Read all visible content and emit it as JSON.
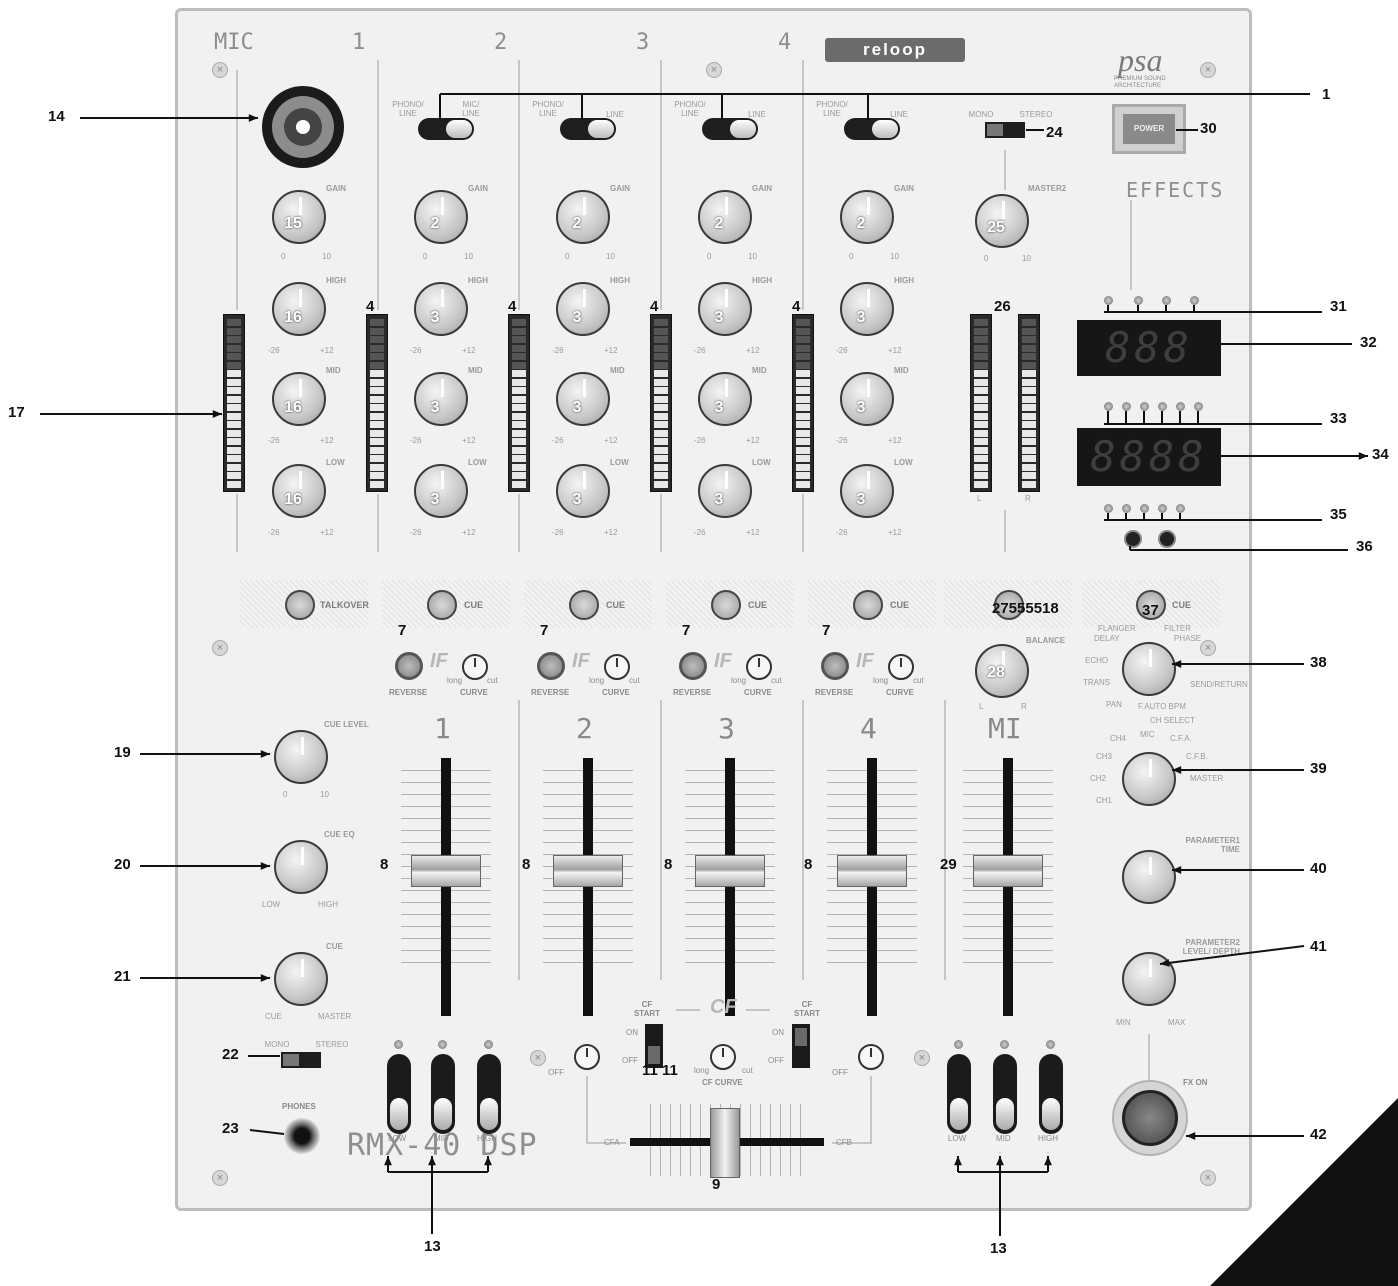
{
  "channels": [
    {
      "title": "MIC"
    },
    {
      "title": "1"
    },
    {
      "title": "2"
    },
    {
      "title": "3"
    },
    {
      "title": "4"
    }
  ],
  "brand": {
    "logo": "reloop",
    "psa": "psa",
    "psa_sub": "PREMIUM SOUND ARCHITECTURE"
  },
  "switch_labels": {
    "phono_line": "PHONO/ LINE",
    "mic_line": "MIC/ LINE",
    "line": "LINE",
    "mono": "MONO",
    "stereo": "STEREO"
  },
  "knob_labels": {
    "gain": "GAIN",
    "high": "HIGH",
    "mid": "MID",
    "low": "LOW",
    "master2": "MASTER2",
    "balance": "BALANCE",
    "cue_level": "CUE LEVEL",
    "cue_eq": "CUE EQ",
    "cue": "CUE",
    "param1": "PARAMETER1 TIME",
    "param2": "PARAMETER2 LEVEL/ DEPTH"
  },
  "scales": {
    "gain_min": "0",
    "gain_max": "10",
    "eq_min": "-26",
    "eq_max": "+12",
    "low": "LOW",
    "high": "HIGH",
    "cue": "CUE",
    "master": "MASTER",
    "l": "L",
    "r": "R",
    "min": "MIN",
    "max": "MAX"
  },
  "cue_buttons": {
    "talkover": "TALKOVER",
    "cue": "CUE"
  },
  "fader_section": {
    "if": "IF",
    "reverse": "REVERSE",
    "curve": "CURVE",
    "long": "long",
    "cut": "cut",
    "titles": [
      "1",
      "2",
      "3",
      "4",
      "MI"
    ]
  },
  "crossfader": {
    "cf": "CF",
    "cf_start": "CF START",
    "on": "ON",
    "off": "OFF",
    "cf_curve": "CF CURVE",
    "cfa": "CFA",
    "cfb": "CFB",
    "long": "long",
    "cut": "cut"
  },
  "eq_switch_labels": [
    "LOW",
    "MID",
    "HIGH"
  ],
  "effects": {
    "title": "EFFECTS",
    "display1": "888",
    "display2": "8888",
    "fx_list": [
      "FLANGER",
      "DELAY",
      "ECHO",
      "TRANS",
      "PAN",
      "F.AUTO BPM",
      "SEND/RETURN",
      "FILTER",
      "PHASE"
    ],
    "ch_select": "CH SELECT",
    "ch_list": [
      "CH1",
      "CH2",
      "CH3",
      "CH4",
      "MIC",
      "C.F.A.",
      "C.F.B.",
      "MASTER"
    ],
    "fx_on": "FX ON"
  },
  "power": "POWER",
  "phones": "PHONES",
  "model": "RMX-40 DSP",
  "knob_numbers": {
    "mic_gain": "15",
    "mic_high": "16",
    "mic_mid": "16",
    "mic_low": "16",
    "ch_gain": "2",
    "ch_eq": "3",
    "master2": "25",
    "balance": "28"
  },
  "callouts": {
    "c1": "1",
    "c4": "4",
    "c7": "7",
    "c8": "8",
    "c9": "9",
    "c11": "11 11",
    "c13": "13",
    "c14": "14",
    "c17": "17",
    "c19": "19",
    "c20": "20",
    "c21": "21",
    "c22": "22",
    "c23": "23",
    "c24": "24",
    "c26": "26",
    "c27": "27555518",
    "c29": "29",
    "c30": "30",
    "c31": "31",
    "c32": "32",
    "c33": "33",
    "c34": "34",
    "c35": "35",
    "c36": "36",
    "c37": "37",
    "c38": "38",
    "c39": "39",
    "c40": "40",
    "c41": "41",
    "c42": "42"
  }
}
